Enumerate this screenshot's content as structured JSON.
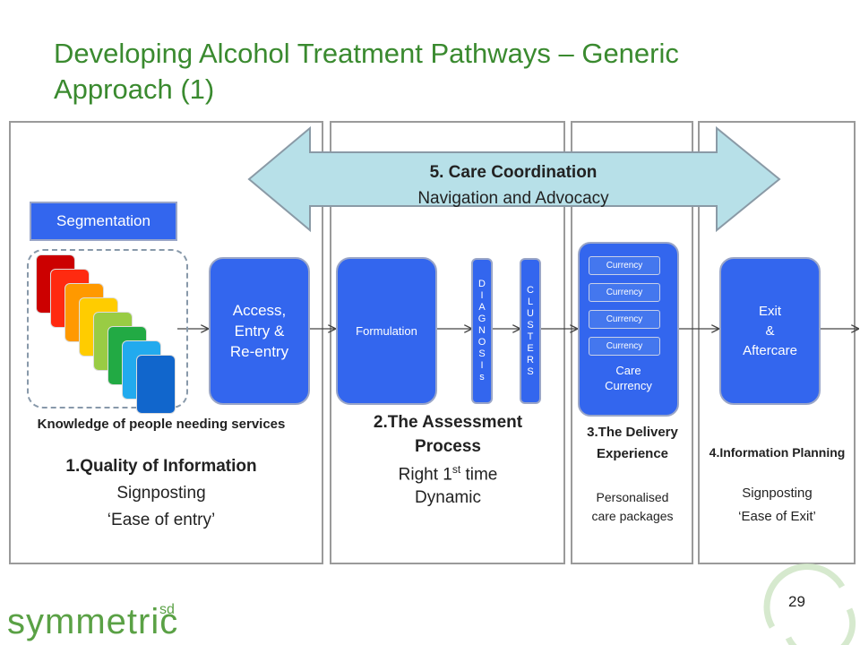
{
  "title": "Developing Alcohol Treatment Pathways – Generic Approach (1)",
  "care_coordination": {
    "heading": "5. Care Coordination",
    "subheading": "Navigation and Advocacy"
  },
  "segmentation": "Segmentation",
  "segment_colors": [
    "#cc0000",
    "#ff2a10",
    "#ff9900",
    "#ffcc00",
    "#99cc44",
    "#22aa44",
    "#22aaee",
    "#1166cc"
  ],
  "access_box": [
    "Access,",
    "Entry &",
    "Re-entry"
  ],
  "formulation": "Formulation",
  "diagnosis_letters": [
    "D",
    "I",
    "A",
    "G",
    "N",
    "O",
    "S",
    "I",
    "s"
  ],
  "clusters_letters": [
    "C",
    "L",
    "U",
    "S",
    "T",
    "E",
    "R",
    "S"
  ],
  "currency_items": [
    "Currency",
    "Currency",
    "Currency",
    "Currency"
  ],
  "care_currency": [
    "Care",
    "Currency"
  ],
  "exit_box": [
    "Exit",
    "&",
    "Aftercare"
  ],
  "column1": {
    "heading": "Knowledge of people needing services",
    "subheading": "1.Quality of Information",
    "line1": "Signposting",
    "line2": "‘Ease of entry’"
  },
  "column2": {
    "heading": "2.The Assessment Process",
    "line1_pre": "Right 1",
    "line1_sup": "st",
    "line1_post": " time",
    "line2": "Dynamic"
  },
  "column3": {
    "heading": "3.The Delivery Experience",
    "body": "Personalised care packages"
  },
  "column4": {
    "heading": "4.Information Planning",
    "line1": "Signposting",
    "line2": "‘Ease of Exit’"
  },
  "logo": "symmetric",
  "logo_sup": "sd",
  "page_number": "29"
}
